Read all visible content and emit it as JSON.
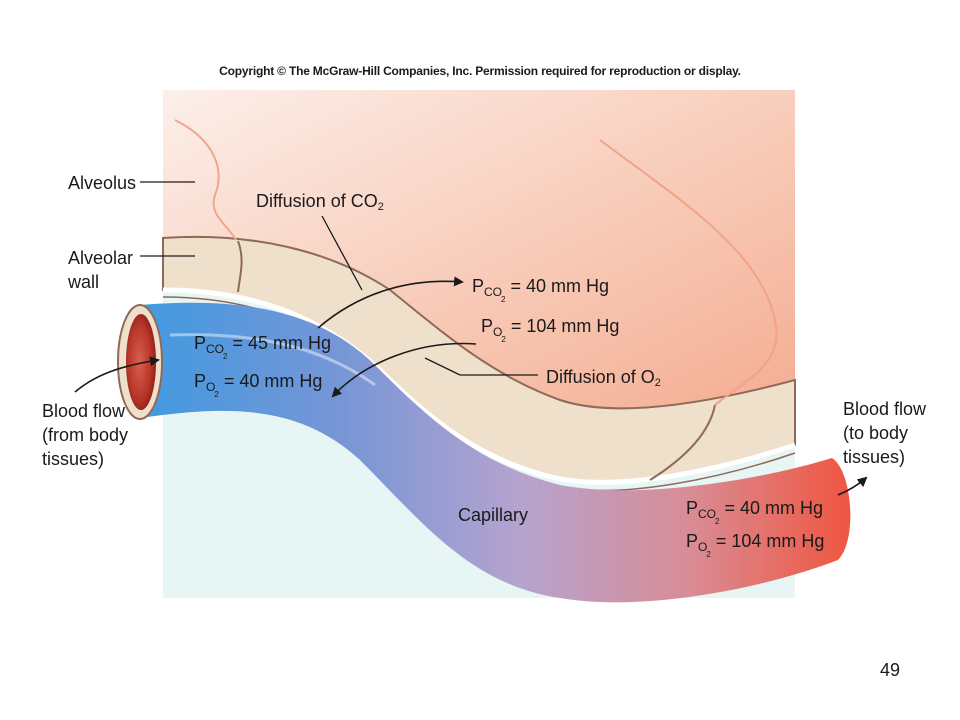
{
  "copyright": "Copyright © The McGraw-Hill Companies, Inc. Permission required for reproduction or display.",
  "labels": {
    "alveolus": "Alveolus",
    "alveolar_wall_1": "Alveolar",
    "alveolar_wall_2": "wall",
    "diffusion_co2": "Diffusion of CO",
    "diffusion_co2_sub": "2",
    "diffusion_o2": "Diffusion of O",
    "diffusion_o2_sub": "2",
    "blood_in_1": "Blood flow",
    "blood_in_2": "(from body",
    "blood_in_3": "tissues)",
    "blood_out_1": "Blood flow",
    "blood_out_2": "(to body",
    "blood_out_3": "tissues)",
    "capillary": "Capillary"
  },
  "pressures": {
    "alveolar": {
      "pco2_sym": "P",
      "pco2_sub": "CO",
      "pco2_sub2": "2",
      "pco2_value": "= 40 mm Hg",
      "po2_sym": "P",
      "po2_sub": "O",
      "po2_sub2": "2",
      "po2_value": "= 104 mm Hg"
    },
    "capillary_in": {
      "pco2_sym": "P",
      "pco2_sub": "CO",
      "pco2_sub2": "2",
      "pco2_value": "= 45 mm Hg",
      "po2_sym": "P",
      "po2_sub": "O",
      "po2_sub2": "2",
      "po2_value": "= 40 mm Hg"
    },
    "capillary_out": {
      "pco2_sym": "P",
      "pco2_sub": "CO",
      "pco2_sub2": "2",
      "pco2_value": "= 40 mm Hg",
      "po2_sym": "P",
      "po2_sub": "O",
      "po2_sub2": "2",
      "po2_value": "= 104 mm Hg"
    }
  },
  "page_number": "49",
  "colors": {
    "alveolus_light": "#fbe9e3",
    "alveolus_deep": "#f6bba5",
    "wall": "#efe0cc",
    "wall_outline": "#8f6a58",
    "tissue_lower": "#e7f5f4",
    "blood_deoxygenated": "#3f9be0",
    "blood_mid": "#b6a2cf",
    "blood_oxygenated": "#ee5a44"
  }
}
